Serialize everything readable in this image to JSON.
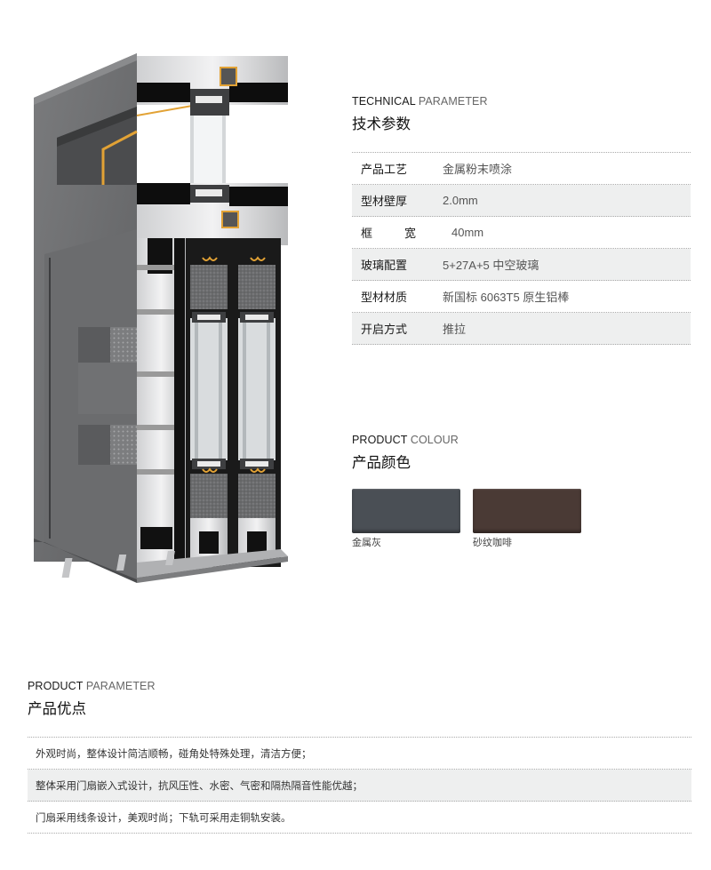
{
  "technical": {
    "title_en_bold": "TECHNICAL",
    "title_en_light": "PARAMETER",
    "title_cn": "技术参数",
    "rows": [
      {
        "label": "产品工艺",
        "value": "金属粉末喷涂"
      },
      {
        "label": "型材壁厚",
        "value": "2.0mm"
      },
      {
        "label_a": "框",
        "label_b": "宽",
        "value": "40mm"
      },
      {
        "label": "玻璃配置",
        "value": "5+27A+5 中空玻璃"
      },
      {
        "label": "型材材质",
        "value": "新国标 6063T5 原生铝棒"
      },
      {
        "label": "开启方式",
        "value": "推拉"
      }
    ]
  },
  "colour": {
    "title_en_bold": "PRODUCT",
    "title_en_light": "COLOUR",
    "title_cn": "产品颜色",
    "swatches": [
      {
        "name": "金属灰",
        "color": "#4a4f55"
      },
      {
        "name": "砂纹咖啡",
        "color": "#4a3a35"
      }
    ]
  },
  "advantages": {
    "title_en_bold": "PRODUCT",
    "title_en_light": "PARAMETER",
    "title_cn": "产品优点",
    "items": [
      "外观时尚，整体设计简洁顺畅，碰角处特殊处理，清洁方便；",
      "整体采用门扇嵌入式设计，抗风压性、水密、气密和隔热隔音性能优越；",
      "门扇采用线条设计，美观时尚；下轨可采用走铜轨安装。"
    ]
  },
  "illustration": {
    "subject": "sliding-door-profile-cutaway",
    "frame_color": "#6d6e70",
    "accent_color": "#e0a030"
  }
}
